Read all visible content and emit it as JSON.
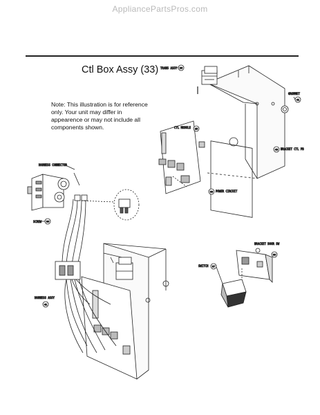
{
  "watermark": "AppliancePartsPros.com",
  "title": "Ctl Box Assy (33)",
  "note": "Note: This illustration is for reference only. Your unit may differ in appearence or may not include all components shown.",
  "callouts": {
    "trans_assy": {
      "label": "TRANS ASSY",
      "num": "29"
    },
    "grommet": {
      "label": "GROMMET",
      "num": "41"
    },
    "ctl_mod": {
      "label": "CTL MODULE",
      "num": "25"
    },
    "bracket_ctl": {
      "label": "BRACKET CTL PB",
      "num": "43"
    },
    "pwr_circuit": {
      "label": "POWER CIRCUIT",
      "num": "33"
    },
    "harness_conn": {
      "label": "HARNESS CONNECTOR"
    },
    "screw": {
      "label": "SCREW",
      "num": "36"
    },
    "harness_assy": {
      "label": "HARNESS ASSY",
      "num": "41"
    },
    "bracket_door": {
      "label": "BRACKET DOOR SW",
      "num": "30"
    },
    "switch": {
      "label": "SWITCH",
      "num": "37"
    }
  }
}
